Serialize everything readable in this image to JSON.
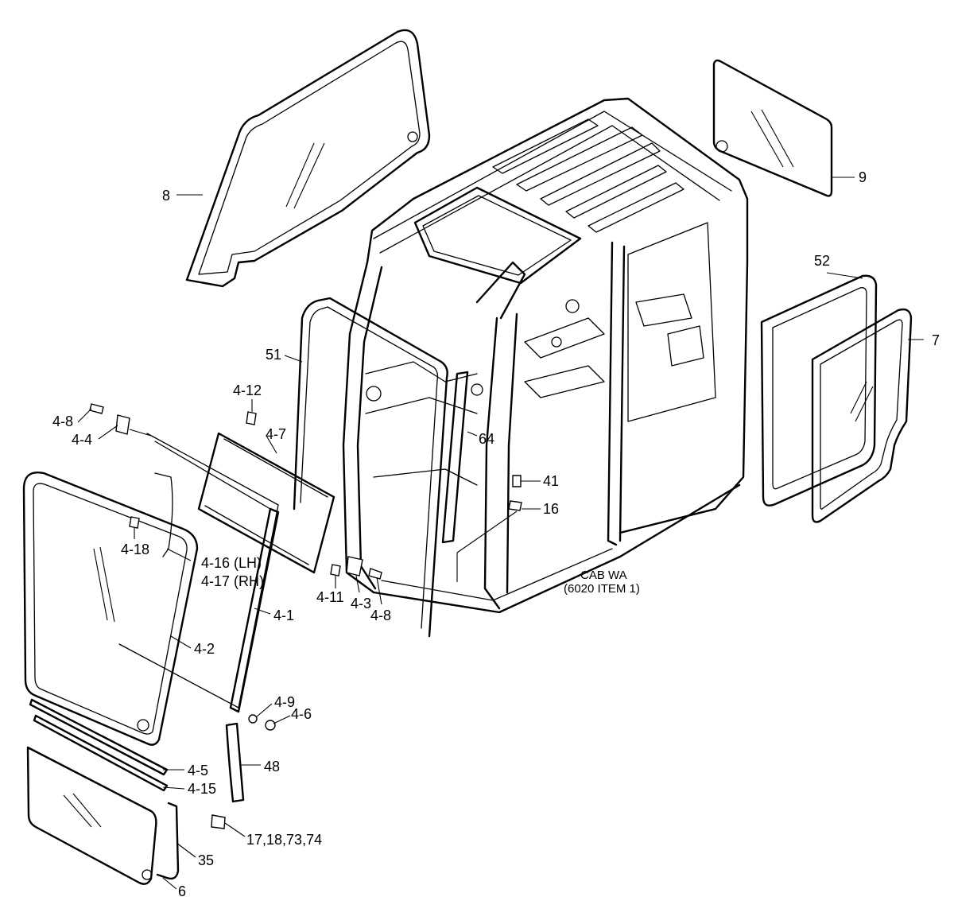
{
  "labels": {
    "p8": "8",
    "p9": "9",
    "p52": "52",
    "p7": "7",
    "p51": "51",
    "p4_12": "4-12",
    "p4_7": "4-7",
    "p4_8_top": "4-8",
    "p4_4": "4-4",
    "p64": "64",
    "p41": "41",
    "p16": "16",
    "p4_18": "4-18",
    "p4_16": "4-16 (LH)",
    "p4_17": "4-17 (RH)",
    "p4_11": "4-11",
    "p4_3": "4-3",
    "p4_8_bottom": "4-8",
    "p4_1": "4-1",
    "p4_2": "4-2",
    "p4_9": "4-9",
    "p4_6": "4-6",
    "p4_5": "4-5",
    "p4_15": "4-15",
    "p48": "48",
    "p17": "17,18,73,74",
    "p35": "35",
    "p6": "6"
  },
  "caption": {
    "line1": "CAB WA",
    "line2": "(6020 ITEM 1)"
  }
}
